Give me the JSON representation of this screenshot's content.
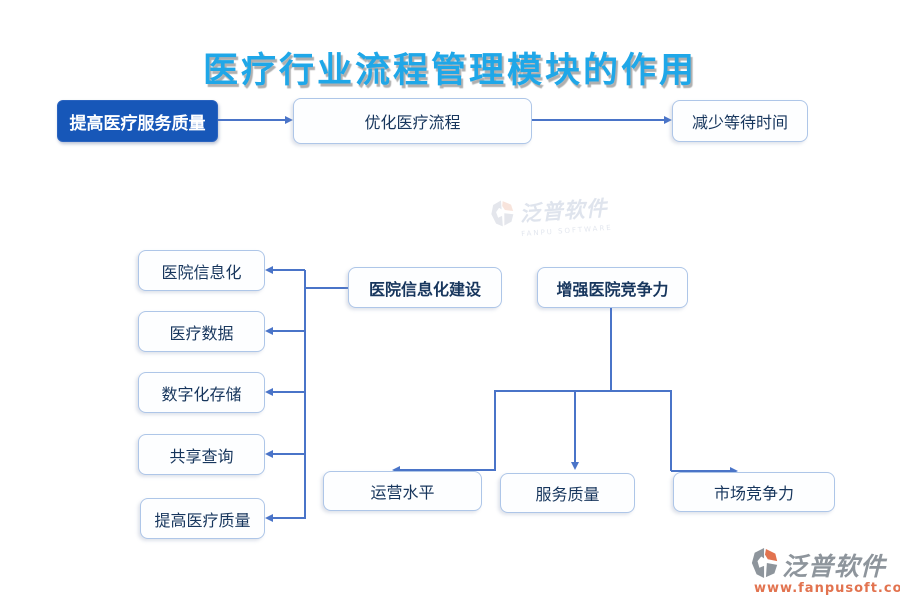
{
  "title": "医疗行业流程管理模块的作用",
  "top_flow": [
    {
      "label": "提高医疗服务质量"
    },
    {
      "label": "优化医疗流程"
    },
    {
      "label": "减少等待时间"
    }
  ],
  "left_branch": {
    "parent": "医院信息化建设",
    "items": [
      {
        "label": "医院信息化"
      },
      {
        "label": "医疗数据"
      },
      {
        "label": "数字化存储"
      },
      {
        "label": "共享查询"
      },
      {
        "label": "提高医疗质量"
      }
    ]
  },
  "right_branch": {
    "parent": "增强医院竞争力",
    "items": [
      {
        "label": "运营水平"
      },
      {
        "label": "服务质量"
      },
      {
        "label": "市场竞争力"
      }
    ]
  },
  "watermark": {
    "brand": "泛普软件",
    "brand_en": "FANPU SOFTWARE"
  },
  "footer": {
    "brand": "泛普软件",
    "website": "www.fanpusoft.com"
  },
  "colors": {
    "title": "#1FA7E8",
    "primary_node_bg": "#1757B8",
    "node_border": "#AEC6E8",
    "node_text": "#17365D",
    "connector": "#4A74C8",
    "footer_brand": "#8E959C",
    "footer_url": "#E2734F"
  }
}
